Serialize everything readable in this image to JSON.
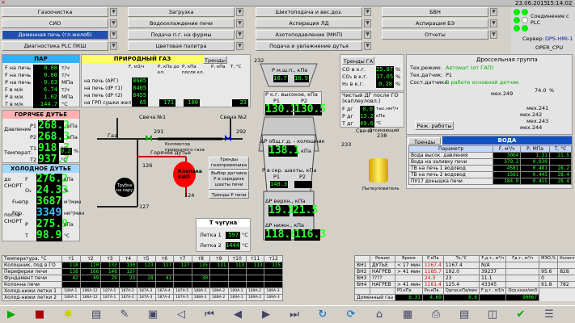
{
  "header": {
    "date": "23.06.2015",
    "time": "15:14:02"
  },
  "nav_buttons": [
    {
      "label": "Газоочистка",
      "col": 0,
      "row": 0
    },
    {
      "label": "СИО",
      "col": 0,
      "row": 1
    },
    {
      "label": "Доменная печь (гл.желоб)",
      "col": 0,
      "row": 2,
      "active": true
    },
    {
      "label": "Диагностика PLC ПКШ",
      "col": 0,
      "row": 3
    },
    {
      "label": "Загрузка",
      "col": 1,
      "row": 0
    },
    {
      "label": "Водоохлаждение печи",
      "col": 1,
      "row": 1
    },
    {
      "label": "Подача п.г. на фурмы",
      "col": 1,
      "row": 2
    },
    {
      "label": "Цветовая палитра",
      "col": 1,
      "row": 3
    },
    {
      "label": "Шихтоподача и вес.доз.",
      "col": 2,
      "row": 0
    },
    {
      "label": "Аспирация ЛД",
      "col": 2,
      "row": 1
    },
    {
      "label": "Азотоподавление (МКП)",
      "col": 2,
      "row": 2
    },
    {
      "label": "Подача и увлажнение дутья",
      "col": 2,
      "row": 3
    },
    {
      "label": "БВН",
      "col": 3,
      "row": 0
    },
    {
      "label": "Аспирация БЭ",
      "col": 3,
      "row": 1
    },
    {
      "label": "Отчеты",
      "col": 3,
      "row": 2
    }
  ],
  "plc": {
    "title": "Соединение с PLC",
    "server_label": "Сервер:",
    "server": "DPS-HMI-1",
    "cpu": "OPER_CPU"
  },
  "par": {
    "title": "ПАР",
    "rows": [
      {
        "label": "F на печь",
        "value": "0.08",
        "unit": "т/ч"
      },
      {
        "label": "F на печь",
        "value": "0.00",
        "unit": "т/ч"
      },
      {
        "label": "P на печь",
        "value": "0.63",
        "unit": "МПа"
      },
      {
        "label": "F в м/к",
        "value": "6.74",
        "unit": "т/ч"
      },
      {
        "label": "P в м/к",
        "value": "1.02",
        "unit": "МПа"
      },
      {
        "label": "T в м/к",
        "value": "144.7",
        "unit": "°C"
      }
    ]
  },
  "hot_blast": {
    "title": "ГОРЯЧЕЕ ДУТЬЕ",
    "pressure_label": "Давление",
    "temp_label": "Темперaт.",
    "rows": [
      {
        "label": "P1",
        "value": "268.2",
        "unit": "кПа"
      },
      {
        "label": "P2",
        "value": "268.3",
        "unit": "кПа"
      },
      {
        "label": "T1",
        "value": "918.7",
        "unit": "°C"
      },
      {
        "label": "T2",
        "value": "937.7",
        "unit": "°C"
      }
    ],
    "pct": "0.2",
    "pct_unit": "%"
  },
  "cold_blast": {
    "title": "ХОЛОДНОЕ ДУТЬЕ",
    "rows": [
      {
        "label": "F",
        "value": "276.2",
        "unit": "кПа"
      },
      {
        "label": "O₂",
        "value": "24.33",
        "unit": "%"
      },
      {
        "label": "Fнепр",
        "value": "3687",
        "unit": "м³/мин"
      },
      {
        "label": "Fпр.",
        "value": "3349",
        "unit": "нм³/мин"
      },
      {
        "label": "P",
        "value": "275.9",
        "unit": "кПа"
      },
      {
        "label": "T",
        "value": "98.9",
        "unit": "°C"
      }
    ],
    "side_labels": [
      "до СНОРТ",
      "после СНОРТ"
    ]
  },
  "natgas": {
    "title": "ПРИРОДНЫЙ ГАЗ",
    "trends": "Тренды",
    "headers": [
      "F, м3/ч",
      "P, кПа до кл.",
      "P, кПа после кл.",
      "P, кПа",
      "T, °C"
    ],
    "rows": [
      {
        "label": "на печь (АРГ)",
        "v1": "8605"
      },
      {
        "label": "на печь (dP т1)",
        "v1": "8405"
      },
      {
        "label": "на печь (dP т2)",
        "v1": "8455"
      },
      {
        "label": "на ГРП сушки жел",
        "v1": "65",
        "v2": "171",
        "v3": "100",
        "v4": "",
        "v5": "23"
      }
    ]
  },
  "scheme": {
    "candles": [
      "Свеча №1",
      "Свеча №2"
    ],
    "valves": [
      "291",
      "292",
      "126",
      "124",
      "127"
    ],
    "gas_label": "Газ",
    "collector": "Коллектор природного газа",
    "hot_blast_lbl": "Горячее дутье",
    "kip_lbl": "Клапана КИП",
    "trubka": "Трубка на пару",
    "trends_btn": "Тренды газоприемника",
    "select_btn": "Выбор датчика P в середине шахты печи",
    "trends_pg": "Тренды P печи"
  },
  "cast_iron": {
    "title": "T чугуна",
    "rows": [
      {
        "label": "Летка 1",
        "value": "597"
      },
      {
        "label": "Летка 2",
        "value": "1444"
      }
    ],
    "unit": "°C"
  },
  "furnace": {
    "top_title": "P м.ш.п., кПа",
    "top_vals": [
      "18.7",
      "18.9"
    ],
    "pkg_title": "P к.г. высокое, кПа",
    "pkg_labels": [
      "P1",
      "P2"
    ],
    "pkg_vals": [
      "130.3",
      "130.5"
    ],
    "dp_title": "ΔP общ.г.д. - колошник",
    "dp_val": "138.1",
    "dp_unit": "кПа",
    "shaft_title": "P в сер. шахты, кПа",
    "shaft_labels": [
      "P1",
      "P2"
    ],
    "shaft_vals": [
      "148.3",
      ""
    ],
    "upper_title": "ΔP верхн., кПа",
    "upper_vals": [
      "19.3",
      "21.5"
    ],
    "lower_title": "ΔP нижн., кПа",
    "lower_vals": [
      "118.6",
      "116.3"
    ],
    "valve_232": "232",
    "valve_233": "233",
    "valve_238": "238"
  },
  "gas_trends": {
    "title": "Тренды ГА",
    "rows": [
      {
        "label": "CO в к.г.",
        "value": "25.87",
        "unit": "%"
      },
      {
        "label": "CO₂ в к.г.",
        "value": "17.65",
        "unit": "%"
      },
      {
        "label": "H₂ в к.г.",
        "value": "0.28",
        "unit": "%"
      }
    ],
    "clean_title": "Чистый ДГ после ГО (каплеуловл.)",
    "clean_rows": [
      {
        "label": "F дг",
        "value": "0.0",
        "unit": "тыс.нм³/ч"
      },
      {
        "label": "P дг",
        "value": "13.2",
        "unit": "кПа"
      },
      {
        "label": "T дг",
        "value": "49.6",
        "unit": "°C"
      }
    ],
    "candle_label": "Свеча",
    "candle2": "Отсекающий",
    "dust": "Пылеуловитель"
  },
  "throttle": {
    "title": "Дроссельная группа",
    "mode_label": "Тех.режим:",
    "mode": "Автомат (от ГАП)",
    "sensor_label": "Тех.датчик:",
    "sensor": "P1",
    "state_label": "Сост.датчика:",
    "state": "В работе основной датчик",
    "pct": "74.0",
    "pct_unit": "%",
    "valves": [
      "мех.249",
      "мех.241",
      "мех.242",
      "мех.243",
      "мех.244"
    ],
    "work_btn": "Реж. работы"
  },
  "water": {
    "title": "ВОДА",
    "trends": "Тренды",
    "headers": [
      "Параметр",
      "F, м³/ч",
      "P, МПа",
      "T, °C"
    ],
    "rows": [
      {
        "name": "Вода высок. давления",
        "f": "3064",
        "p": "1.31",
        "t": "21.5"
      },
      {
        "name": "Вода на заливку печи",
        "f": "379.2",
        "p": "0.030",
        "t": ""
      },
      {
        "name": "ТВ на печь 1 водовод",
        "f": "4581",
        "p": "0.481",
        "t": "28.2"
      },
      {
        "name": "ТВ на печь 2 водовод",
        "f": "1561",
        "p": "0.445",
        "t": "28.4"
      },
      {
        "name": "ПУ17 донышка печи",
        "f": "184.9",
        "p": "0.415",
        "t": "28.4"
      }
    ]
  },
  "temps": {
    "header": "Температура, °C",
    "cols": [
      "т1",
      "т2",
      "т3",
      "т4",
      "т5",
      "т6",
      "т7",
      "т8",
      "т9",
      "т10",
      "т11",
      "т12"
    ],
    "rows": [
      {
        "label": "Колошник, под в ГО",
        "vals": [
          "118",
          "120",
          "133",
          "130",
          "123",
          "117",
          "127",
          "135",
          "111",
          "113",
          "113",
          "115"
        ]
      },
      {
        "label": "Периферии печи",
        "vals": [
          "138",
          "166",
          "148",
          "127",
          "",
          "",
          "",
          "",
          "",
          "",
          "",
          ""
        ]
      },
      {
        "label": "Фундамент печи",
        "vals": [
          "42",
          "49",
          "29",
          "23",
          "28",
          "41",
          "",
          "30",
          "",
          "",
          "",
          ""
        ]
      },
      {
        "label": "Колонна печи",
        "vals": [
          "",
          "",
          "",
          "",
          "",
          "",
          "",
          "",
          "",
          "",
          "",
          ""
        ]
      }
    ],
    "cold1_label": "Холод-нижи летки 1",
    "cold2_label": "Холод-нижи летки 2",
    "cold_codes": [
      "186А-1",
      "186А-12",
      "187А-1",
      "187А-2",
      "187А-3",
      "187А-4",
      "187А-5",
      "188А-1",
      "188А-2",
      "189А-1",
      "189А-2",
      "189А-3"
    ]
  },
  "blast": {
    "headers": [
      "",
      "Режим",
      "Время",
      "Р,кПа",
      "Тк,°С",
      "F,д.т., м³/ч",
      "Fд.т., м³/ч",
      "МЭО,%",
      "Кэлент., об/мин"
    ],
    "rows": [
      {
        "id": "ВН1",
        "mode": "ДУТЬЕ",
        "time": "< 17 мин",
        "p": "1167.4",
        "t": "1167.4",
        "f1": "N/A",
        "f2": "",
        "meo": "",
        ",k": "",
        "k": ""
      },
      {
        "id": "ВН2",
        "mode": "НАГРЕВ",
        "time": "> 41 мин",
        "p": "1185.7",
        "t": "192.0",
        "f1": "39237",
        "f2": "",
        "meo": "95.6",
        "k": "828"
      },
      {
        "id": "ВН3",
        "mode": "????",
        "time": "",
        "p": "24.3",
        "t": "23",
        "f1": "11.1",
        "f2": "",
        "meo": "0",
        "k": ""
      },
      {
        "id": "ВН4",
        "mode": "НАГРЕВ",
        "time": "> 41 мин",
        "p": "1161.4",
        "t": "125.4",
        "f1": "43345",
        "f2": "",
        "meo": "61.8",
        "k": "782"
      }
    ],
    "footer_labels": [
      "Р0,кПа",
      "Рн,кПа",
      "Qдгаз,кПа/мин",
      "F д.г., м3/ч",
      "Qcр,ккал/нм3"
    ],
    "domain_gas": "Доменный газ",
    "footer_vals": [
      "6.31",
      "4.69",
      "8.6",
      "",
      "90067"
    ]
  },
  "toolbar": [
    "play",
    "stop",
    "star",
    "folder",
    "edit",
    "save",
    "nav-left",
    "nav-first",
    "nav-prev",
    "nav-next",
    "nav-last",
    "refresh",
    "reload",
    "home",
    "graph",
    "print",
    "chart",
    "chart2",
    "check",
    "menu"
  ]
}
